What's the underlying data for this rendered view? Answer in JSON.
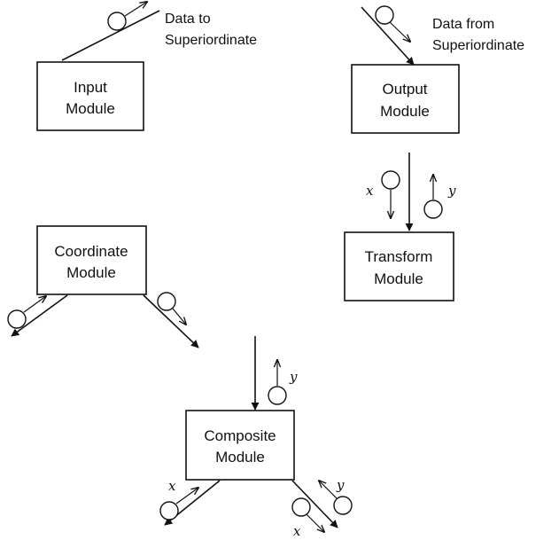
{
  "modules": {
    "input": [
      "Input",
      "Module"
    ],
    "output": [
      "Output",
      "Module"
    ],
    "transform": [
      "Transform",
      "Module"
    ],
    "coordinate": [
      "Coordinate",
      "Module"
    ],
    "composite": [
      "Composite",
      "Module"
    ]
  },
  "annotations": {
    "data_to_superiordinate": [
      "Data to",
      "Superiordinate"
    ],
    "data_from_superiordinate": [
      "Data from",
      "Superiordinate"
    ]
  },
  "variables": {
    "x": "x",
    "y": "y"
  }
}
